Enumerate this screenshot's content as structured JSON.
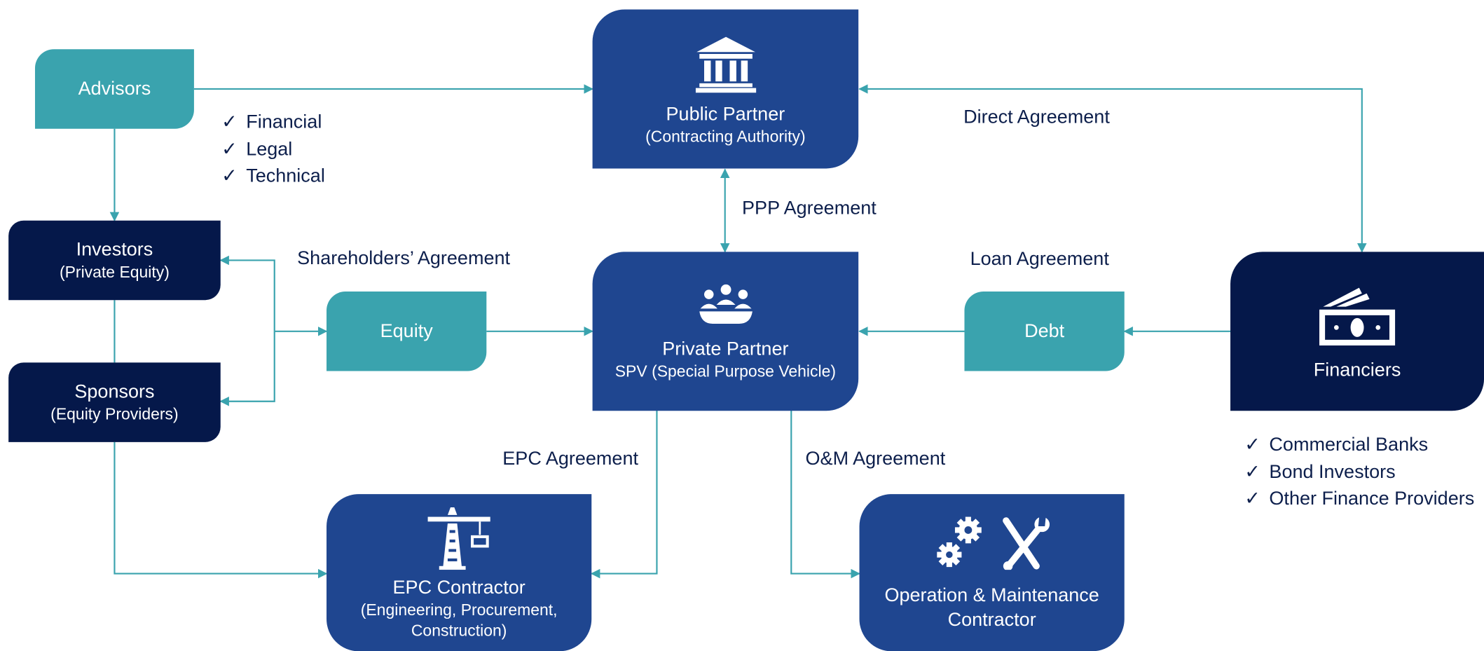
{
  "nodes": {
    "advisors": {
      "title": "Advisors"
    },
    "public_partner": {
      "title": "Public Partner",
      "subtitle": "(Contracting Authority)"
    },
    "investors": {
      "title": "Investors",
      "subtitle": "(Private Equity)"
    },
    "sponsors": {
      "title": "Sponsors",
      "subtitle": "(Equity Providers)"
    },
    "equity": {
      "title": "Equity"
    },
    "private_partner": {
      "title": "Private Partner",
      "subtitle": "SPV (Special Purpose Vehicle)"
    },
    "debt": {
      "title": "Debt"
    },
    "financiers": {
      "title": "Financiers"
    },
    "epc_contractor": {
      "title": "EPC Contractor",
      "subtitle_line1": "(Engineering, Procurement,",
      "subtitle_line2": "Construction)"
    },
    "om_contractor": {
      "title_line1": "Operation & Maintenance",
      "title_line2": "Contractor"
    }
  },
  "agreements": {
    "direct": "Direct Agreement",
    "ppp": "PPP Agreement",
    "shareholders": "Shareholders’ Agreement",
    "loan": "Loan Agreement",
    "epc": "EPC Agreement",
    "om": "O&M Agreement"
  },
  "advisor_types": [
    "Financial",
    "Legal",
    "Technical"
  ],
  "financier_types": [
    "Commercial Banks",
    "Bond Investors",
    "Other Finance Providers"
  ],
  "check_mark": "✓",
  "icons": {
    "public_partner": "bank-building-icon",
    "private_partner": "people-meeting-icon",
    "financiers": "banknote-icon",
    "epc_contractor": "crane-icon",
    "om_contractor": "gears-and-tools-icon"
  },
  "colors": {
    "teal": "#3aa3ae",
    "navy": "#05184a",
    "blue": "#1f4690",
    "connector": "#3aa3ae",
    "label_text": "#0d1f4c"
  }
}
